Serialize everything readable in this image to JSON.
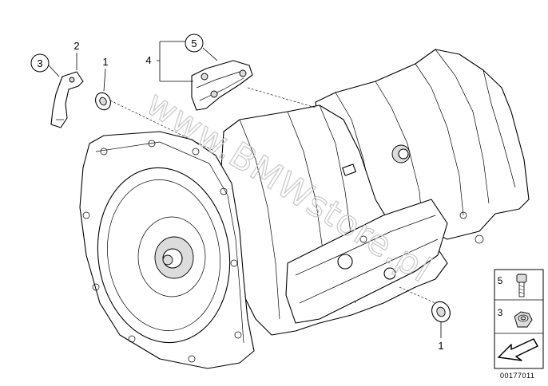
{
  "callouts": {
    "c3_top": "3",
    "c2": "2",
    "c1_top": "1",
    "c5_top": "5",
    "c4": "4",
    "c1_bottom": "1"
  },
  "legend": {
    "bolt_number": "5",
    "nut_number": "3"
  },
  "drawing_code": "00177011",
  "watermark": "www.BMWstore.pl"
}
